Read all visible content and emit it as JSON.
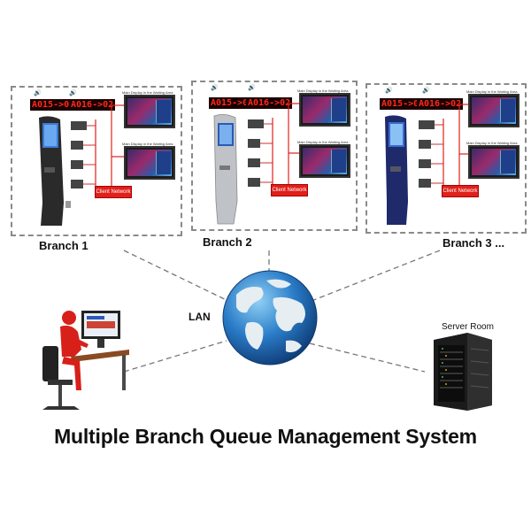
{
  "title": "Multiple Branch Queue Management System",
  "network_label": "LAN",
  "server_label": "Server Room",
  "branches": [
    {
      "label": "Branch 1",
      "led_left": "A015->01",
      "led_right": "A016->02",
      "network_button": "Client Network"
    },
    {
      "label": "Branch 2",
      "led_left": "A015->01",
      "led_right": "A016->02",
      "network_button": "Client Network"
    },
    {
      "label": "Branch 3 ...",
      "led_left": "A015->01",
      "led_right": "A016->02",
      "network_button": "Client Network"
    }
  ],
  "monitor_caption": "Main Display in the Waiting Area",
  "colors": {
    "accent_red": "#e0201a",
    "led_text": "#ff2a1a",
    "globe_ocean": "#2a7cc8",
    "globe_land": "#dfe9ee"
  }
}
